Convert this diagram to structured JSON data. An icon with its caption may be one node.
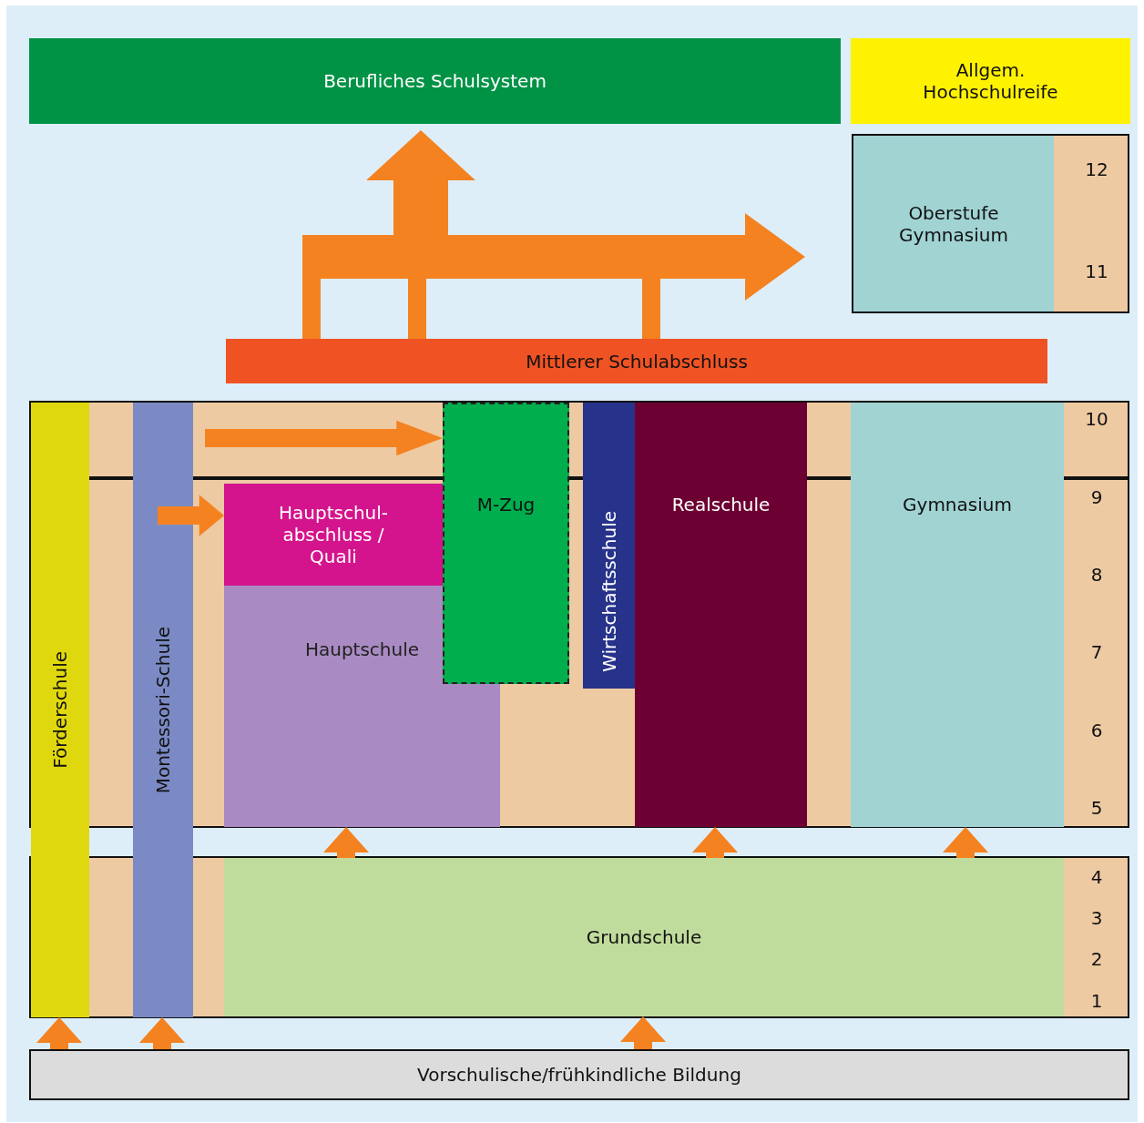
{
  "diagram": {
    "nodes": [
      {
        "text": [
          "Berufliches Schulsystem"
        ]
      },
      {
        "text": [
          "Allgem. Hochschulreife"
        ]
      },
      {
        "text": [
          "Oberstufe Gymnasium"
        ]
      },
      {
        "text": [
          "Mittlerer Schulabschluss"
        ]
      },
      {
        "text": [
          "Förderschule"
        ]
      },
      {
        "text": [
          "Montessori-Schule"
        ]
      },
      {
        "text": [
          "Hauptschul- abschluss / Quali"
        ]
      },
      {
        "text": [
          "Hauptschule"
        ]
      },
      {
        "text": [
          "M-Zug"
        ]
      },
      {
        "text": [
          "Wirtschaftsschule"
        ]
      },
      {
        "text": [
          "Realschule"
        ]
      },
      {
        "text": [
          "Gymnasium"
        ]
      },
      {
        "text": [
          "Grundschule"
        ]
      },
      {
        "text": [
          "Vorschulische/frühkindliche Bildung"
        ]
      }
    ],
    "edges": [
      {
        "from": 13,
        "to": 4,
        "arrow": "to"
      },
      {
        "from": 13,
        "to": 5,
        "arrow": "to"
      },
      {
        "from": 13,
        "to": 12,
        "arrow": "to"
      },
      {
        "from": 12,
        "to": 7,
        "arrow": "to"
      },
      {
        "from": 12,
        "to": 10,
        "arrow": "to"
      },
      {
        "from": 12,
        "to": 11,
        "arrow": "to"
      },
      {
        "from": 5,
        "to": 6,
        "arrow": "to"
      },
      {
        "from": 3,
        "to": 0,
        "arrow": "to",
        "style": "thick"
      },
      {
        "from": 3,
        "to": 2,
        "arrow": "to",
        "style": "thick"
      },
      {
        "from": null,
        "to": 8,
        "arrow": "to"
      }
    ],
    "labels": [
      "12",
      "11",
      "10",
      "9",
      "8",
      "7",
      "6",
      "5",
      "4",
      "3",
      "2",
      "1"
    ]
  }
}
